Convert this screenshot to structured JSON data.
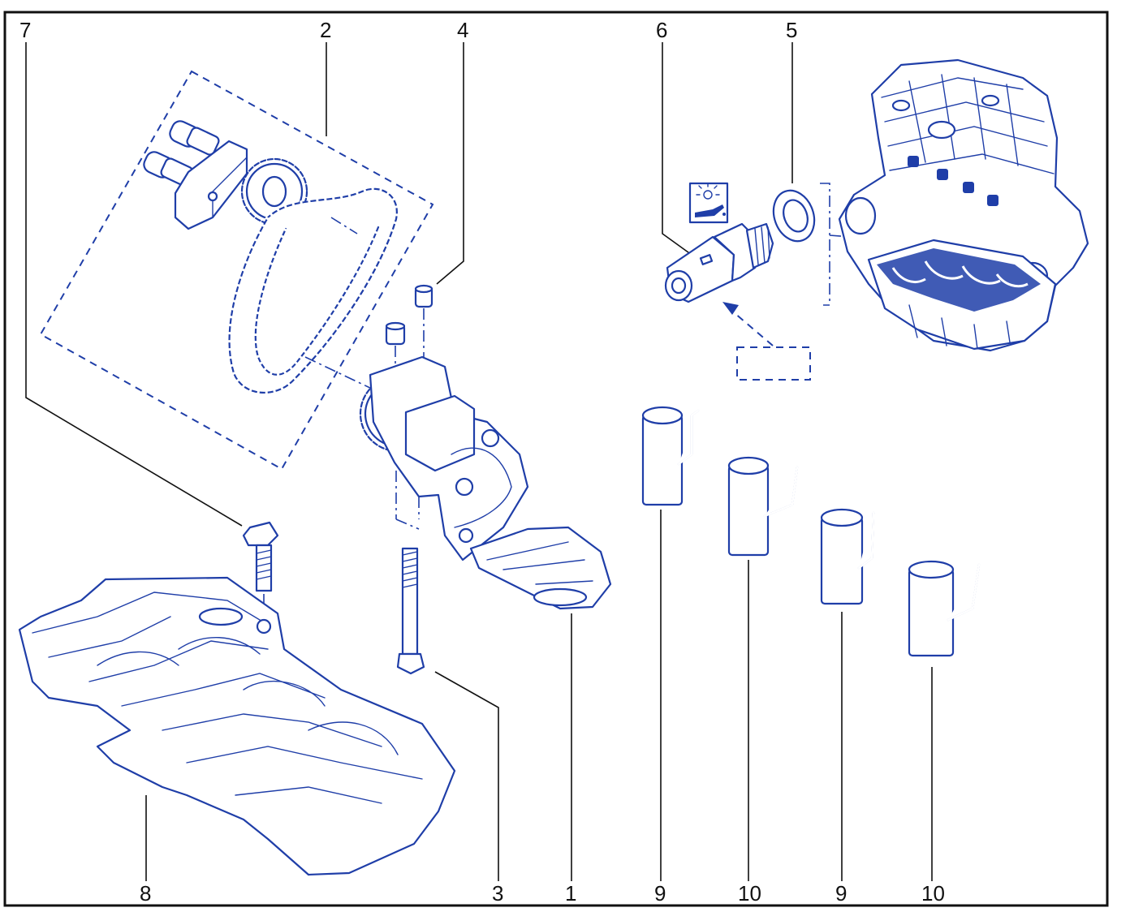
{
  "callouts": [
    {
      "id": "c7",
      "text": "7"
    },
    {
      "id": "c2",
      "text": "2"
    },
    {
      "id": "c4",
      "text": "4"
    },
    {
      "id": "c6",
      "text": "6"
    },
    {
      "id": "c5",
      "text": "5"
    },
    {
      "id": "c8",
      "text": "8"
    },
    {
      "id": "c3",
      "text": "3"
    },
    {
      "id": "c1",
      "text": "1"
    },
    {
      "id": "c9a",
      "text": "9"
    },
    {
      "id": "c10a",
      "text": "10"
    },
    {
      "id": "c9b",
      "text": "9"
    },
    {
      "id": "c10b",
      "text": "10"
    }
  ],
  "colors": {
    "line_art": "#1f3ea8",
    "labels": "#111111",
    "background": "#ffffff"
  },
  "icons": [
    "oil-pressure-warning-icon"
  ]
}
